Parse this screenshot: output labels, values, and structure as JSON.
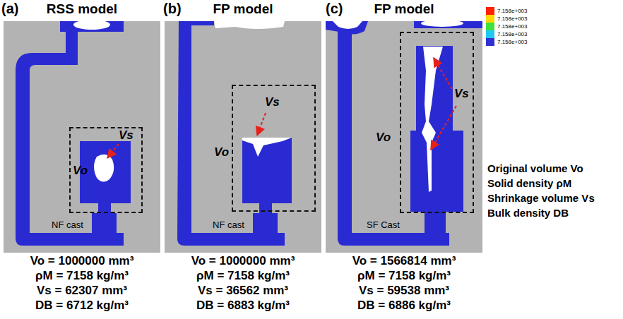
{
  "diagram": {
    "nodes": [
      {
        "text": [
          "(a)",
          "RSS model",
          "NF cast"
        ]
      },
      {
        "text": [
          "Vo",
          "Vs"
        ],
        "in": 0
      },
      {
        "text": [
          "(b)",
          "FP model",
          "NF cast"
        ]
      },
      {
        "text": [
          "Vo",
          "Vs"
        ],
        "in": 2
      },
      {
        "text": [
          "(c)",
          "FP model",
          "SF Cast"
        ]
      },
      {
        "text": [
          "Vo",
          "Vs"
        ],
        "in": 4
      }
    ],
    "labels": [
      "Vo = 1000000 mm³",
      "ρM = 7158 kg/m³",
      "Vs = 62307 mm³",
      "DB = 6712 kg/m³",
      "Vo = 1000000 mm³",
      "ρM = 7158 kg/m³",
      "Vs = 36562 mm³",
      "DB = 6883 kg/m³",
      "Vo = 1566814 mm³",
      "ρM = 7158 kg/m³",
      "Vs = 59538 mm³",
      "DB = 6886 kg/m³",
      "Original volume Vo",
      "Solid density ρM",
      "Shrinkage volume Vs",
      "Bulk density DB"
    ],
    "legend": [
      {
        "text": "7.158e+003",
        "color": "#ff2000"
      },
      {
        "text": "7.158e+003",
        "color": "#ffd800"
      },
      {
        "text": "7.158e+003",
        "color": "#40e040"
      },
      {
        "text": "7.158e+003",
        "color": "#20c8f0"
      },
      {
        "text": "7.158e+003",
        "color": "#3030d0"
      }
    ]
  }
}
